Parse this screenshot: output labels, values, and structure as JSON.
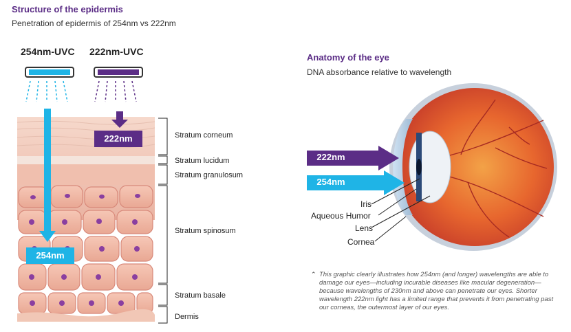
{
  "left": {
    "title": "Structure of the epidermis",
    "subtitle": "Penetration of epidermis of 254nm vs 222nm",
    "lamp1_label": "254nm-UVC",
    "lamp2_label": "222nm-UVC",
    "tag_222": "222nm",
    "tag_254": "254nm",
    "layers": [
      "Stratum corneum",
      "Stratum lucidum",
      "Stratum granulosum",
      "Stratum spinosum",
      "Stratum basale",
      "Dermis"
    ]
  },
  "right": {
    "title": "Anatomy of the eye",
    "subtitle": "DNA absorbance relative to wavelength",
    "tag_222": "222nm",
    "tag_254": "254nm",
    "parts": [
      "Iris",
      "Aqueous Humor",
      "Lens",
      "Cornea"
    ],
    "caption": "This graphic clearly illustrates how 254nm (and longer) wavelengths are able to damage our eyes—including incurable diseases like macular degeneration—because wavelengths of 230nm and above can penetrate our eyes. Shorter wavelength 222nm light has a limited range that prevents it from penetrating past our corneas, the outermost layer of our eyes."
  },
  "colors": {
    "purple": "#5b2d86",
    "cyan": "#1fb4e6",
    "skin": "#f3c3b2"
  }
}
